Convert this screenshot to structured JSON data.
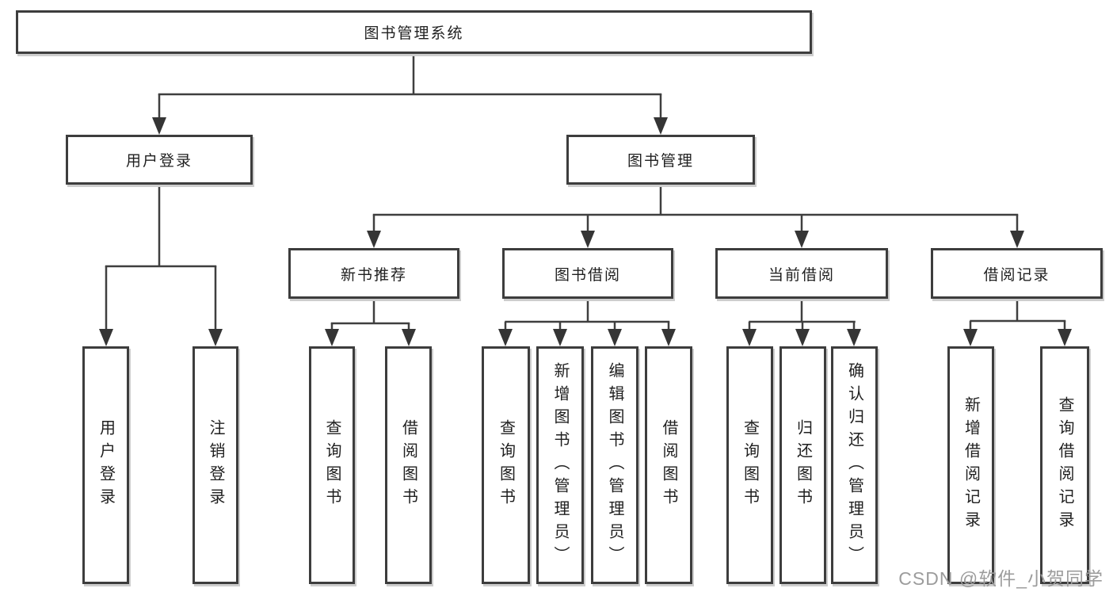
{
  "tree": {
    "label": "图书管理系统",
    "children": [
      {
        "label": "用户登录",
        "children": [
          {
            "label": "用户登录"
          },
          {
            "label": "注销登录"
          }
        ]
      },
      {
        "label": "图书管理",
        "children": [
          {
            "label": "新书推荐",
            "children": [
              {
                "label": "查询图书"
              },
              {
                "label": "借阅图书"
              }
            ]
          },
          {
            "label": "图书借阅",
            "children": [
              {
                "label": "查询图书"
              },
              {
                "label": "新增图书（管理员）"
              },
              {
                "label": "编辑图书（管理员）"
              },
              {
                "label": "借阅图书"
              }
            ]
          },
          {
            "label": "当前借阅",
            "children": [
              {
                "label": "查询图书"
              },
              {
                "label": "归还图书"
              },
              {
                "label": "确认归还（管理员）"
              }
            ]
          },
          {
            "label": "借阅记录",
            "children": [
              {
                "label": "新增借阅记录"
              },
              {
                "label": "查询借阅记录"
              }
            ]
          }
        ]
      }
    ]
  },
  "watermark": {
    "text": "CSDN @软件_小贺同学"
  },
  "colors": {
    "background": "#ffffff",
    "line": "#3f3f3f",
    "box_border": "#3d3d3d",
    "text": "#1f1f1f",
    "shadow": "#cdcdcd",
    "watermark": "#9c9c9c"
  }
}
